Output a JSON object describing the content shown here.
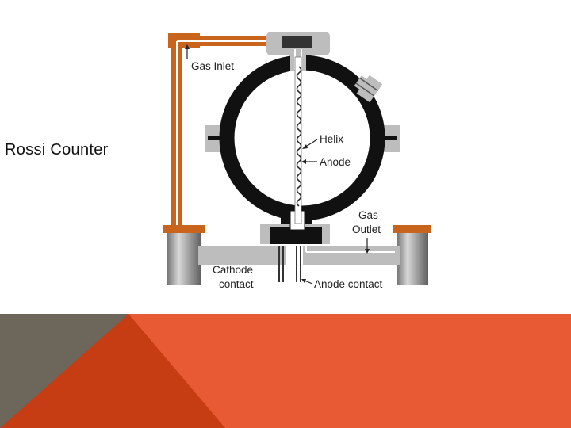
{
  "slide": {
    "title": "Rossi Counter"
  },
  "diagram": {
    "labels": {
      "gas_inlet": "Gas Inlet",
      "helix": "Helix",
      "anode": "Anode",
      "gas_outlet_line1": "Gas",
      "gas_outlet_line2": "Outlet",
      "cathode_contact_line1": "Cathode",
      "cathode_contact_line2": "contact",
      "anode_contact": "Anode contact"
    }
  },
  "colors": {
    "copper": "#c8641c",
    "ring": "#111111",
    "metal_gray": "#bdbdbd",
    "footer_gray": "#6d665a",
    "footer_dark_orange": "#c63d14",
    "footer_orange": "#e85a34"
  }
}
